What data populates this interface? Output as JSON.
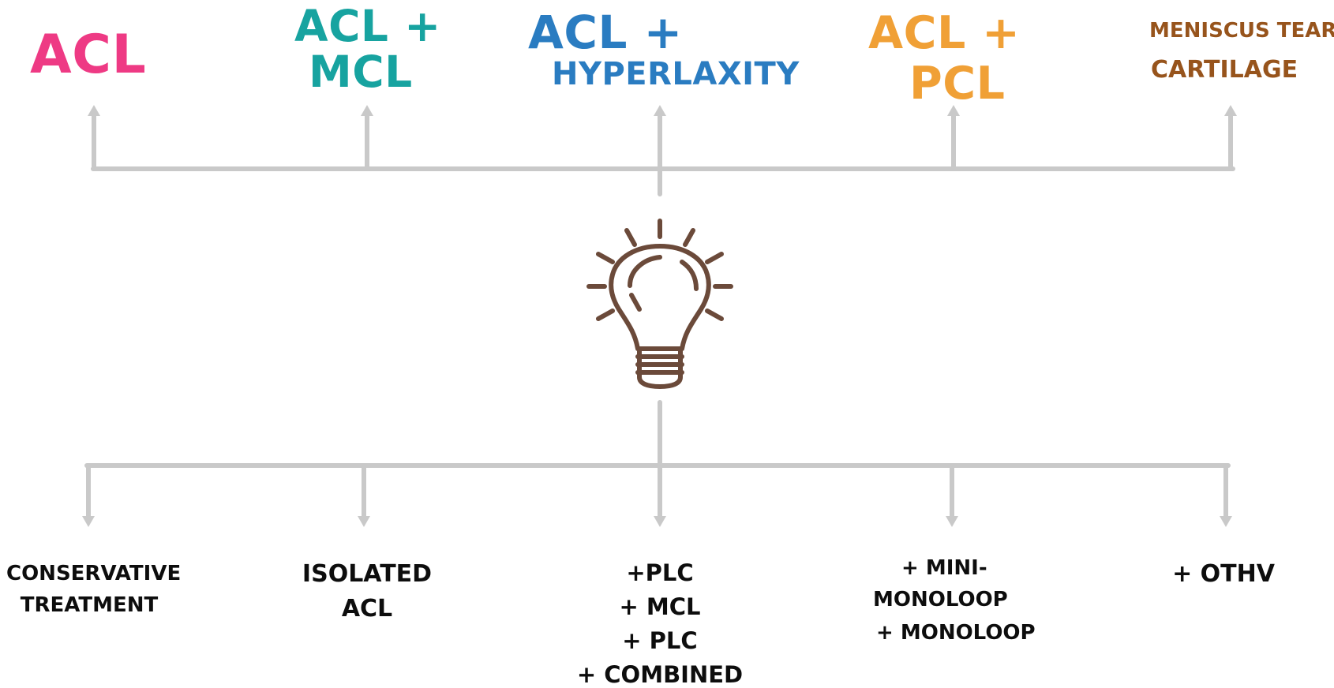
{
  "colors": {
    "acl": "#ee3a84",
    "acl_mcl": "#17a3a0",
    "acl_hyperlaxity": "#2a7cc1",
    "acl_pcl": "#f0a036",
    "meniscus": "#97541c",
    "connector": "#c9c9c9",
    "bulb": "#6b4a3a",
    "bottom_text": "#0d0d0d"
  },
  "top_labels": [
    {
      "lines": [
        "ACL"
      ]
    },
    {
      "lines": [
        "ACL +",
        "MCL"
      ]
    },
    {
      "lines": [
        "ACL +",
        "HYPERLAXITY"
      ]
    },
    {
      "lines": [
        "ACL +",
        "PCL"
      ]
    },
    {
      "lines": [
        "MENISCUS TEAR",
        "CARTILAGE"
      ]
    }
  ],
  "center_icon": "lightbulb-icon",
  "bottom_labels": [
    {
      "lines": [
        "CONSERVATIVE",
        "TREATMENT"
      ]
    },
    {
      "lines": [
        "ISOLATED",
        "ACL"
      ]
    },
    {
      "lines": [
        "+PLC",
        "+ MCL",
        "+ PLC",
        "+ COMBINED"
      ]
    },
    {
      "lines": [
        "+ MINI-",
        "MONOLOOP",
        "+ MONOLOOP"
      ]
    },
    {
      "lines": [
        "+ OTHV"
      ]
    }
  ]
}
